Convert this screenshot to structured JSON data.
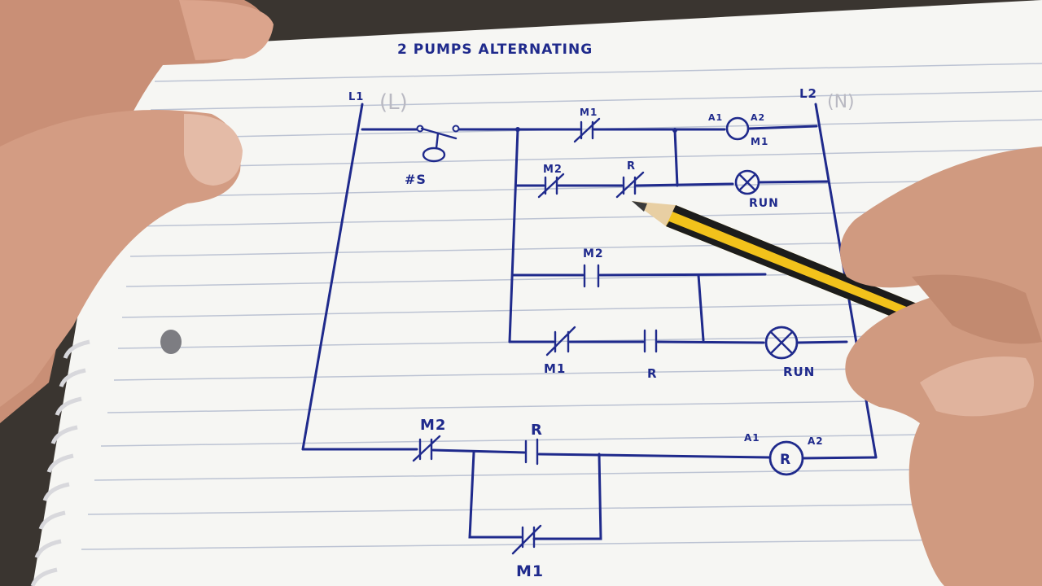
{
  "title": "2 PUMPS ALTERNATING",
  "rails": {
    "left": "L1",
    "left_alt": "(L)",
    "right": "L2",
    "right_alt": "(N)"
  },
  "labels": {
    "switch": "#S",
    "m1_contact": "M1",
    "m2_nc": "M2",
    "r_nc": "R",
    "coil_m1": "M1",
    "coil_m1_a1": "A1",
    "coil_m1_a2": "A2",
    "lamp1": "RUN",
    "m2_no": "M2",
    "m1_nc_row4": "M1",
    "r_no_row4": "R",
    "lamp2": "RUN",
    "m2_nc_relay": "M2",
    "r_no_relay": "R",
    "coil_r": "R",
    "coil_r_a1": "A1",
    "coil_r_a2": "A2",
    "m1_nc_seal": "M1"
  },
  "colors": {
    "ink": "#1f2a8c",
    "paper": "#f6f6f3",
    "lines": "#bcc3d3",
    "pencil": "#f2c21b"
  }
}
